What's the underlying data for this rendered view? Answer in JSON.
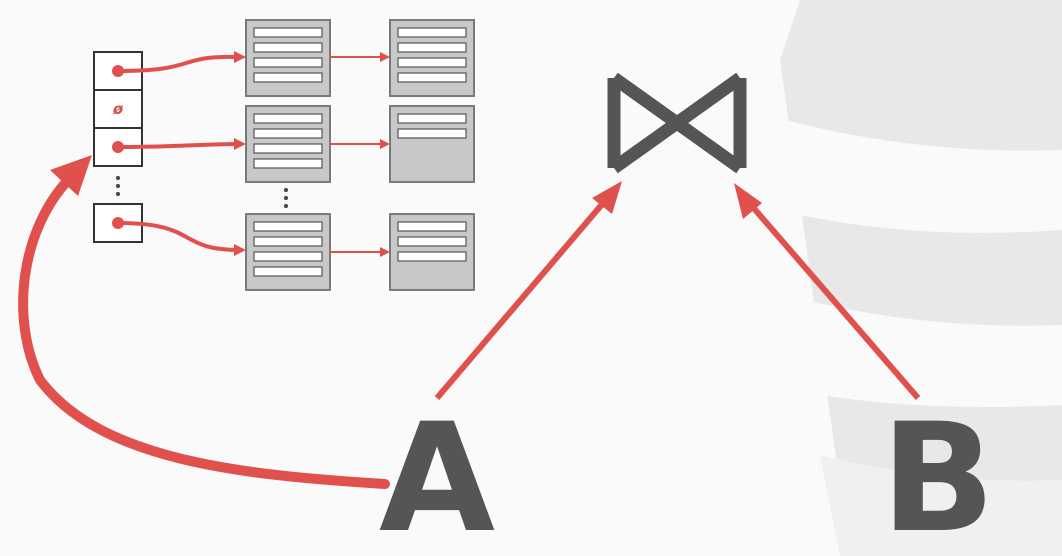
{
  "diagram": {
    "relation_a_label": "A",
    "relation_b_label": "B",
    "null_slot_label": "ø",
    "colors": {
      "arrow": "#e0504d",
      "join_symbol": "#555555",
      "page_fill": "#c8c8c8",
      "page_border": "#7a7a7a",
      "slot_fill": "#ffffff",
      "label": "#555555",
      "background_shape": "#e8e8e8"
    }
  }
}
